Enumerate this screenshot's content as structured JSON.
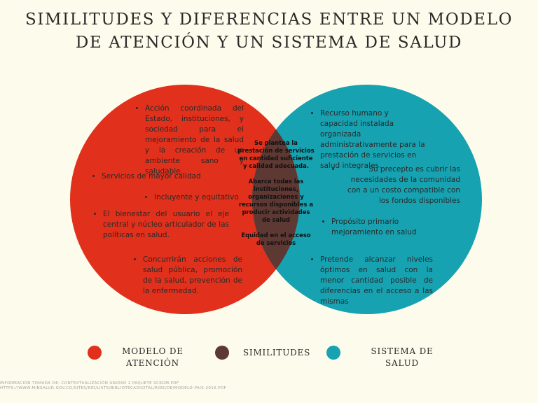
{
  "title": {
    "line1": "SIMILITUDES Y DIFERENCIAS ENTRE UN MODELO",
    "line2": "DE ATENCIÓN Y UN SISTEMA DE SALUD"
  },
  "colors": {
    "modelo": "#e1301b",
    "sistema": "#16a2b1",
    "similitudes": "#5e3832",
    "background": "#fdfcec"
  },
  "modelo": {
    "items": [
      "Acción coordinada del Estado, instituciones, y sociedad para el mejoramiento de la salud y la creación de un ambiente sano y saludable.",
      "Servicios de mayor calidad",
      "Incluyente y equitativo",
      "El bienestar del usuario el eje central y núcleo articulador de las políticas en salud.",
      "Concurrirán acciones de salud pública, promoción de la salud, prevención de la enfermedad."
    ]
  },
  "similitudes": {
    "items": [
      "Se plantea la prestación de servicios en cantidad suficiente y calidad adecuada.",
      "Abarca todas las instituciones, organizaciones y recursos disponibles a producir actividades de salud",
      "Equidad en el acceso de servicios"
    ]
  },
  "sistema": {
    "items": [
      "Recurso humano y capacidad instalada organizada administrativamente para la prestación de servicios en salud integrales.",
      "Su precepto es cubrir las necesidades de la comunidad con a un costo compatible con los fondos disponibles",
      "Propósito primario mejoramiento en salud",
      "Pretende alcanzar niveles óptimos en salud con la menor cantidad posible de diferencias en el acceso a las mismas"
    ]
  },
  "legend": {
    "modelo": "MODELO DE ATENCIÓN",
    "similitudes": "SIMILITUDES",
    "sistema": "SISTEMA DE SALUD"
  },
  "source": {
    "line1": "INFORMACIÓN TOMADA DE: CONTEXTUALIZACIÓN UNIDAD 2 PAQUETE SCROM.PDF",
    "line2": "HTTPS://WWW.MINSALUD.GOV.CO/SITES/RID/LISTS/BIBLIOTECADIGITAL/RIDE/DE/MODELO-PAIS-2016.PDF"
  }
}
